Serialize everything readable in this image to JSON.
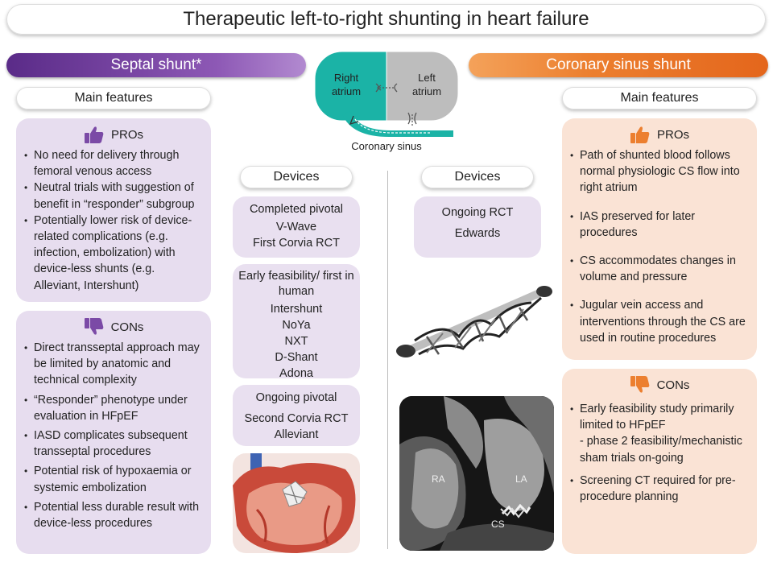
{
  "title": "Therapeutic left-to-right shunting in heart failure",
  "septal": {
    "banner": "Septal shunt*",
    "features_label": "Main features",
    "pros_title": "PROs",
    "pros": [
      "No need for delivery through femoral venous access",
      "Neutral trials with suggestion of benefit in “responder” subgroup",
      "Potentially lower risk of device-related complications (e.g. infection, embolization) with device-less shunts (e.g. Alleviant, Intershunt)"
    ],
    "cons_title": "CONs",
    "cons": [
      "Direct transseptal approach may be limited by anatomic and technical complexity",
      "“Responder” phenotype under evaluation in HFpEF",
      "IASD complicates subsequent transseptal procedures",
      "Potential risk of hypoxaemia or systemic embolization",
      "Potential less durable result with device-less procedures"
    ],
    "devices_label": "Devices",
    "completed_title": "Completed pivotal",
    "completed_items": [
      "V-Wave",
      "First Corvia RCT"
    ],
    "early_title": "Early feasibility/ first in human",
    "early_items": [
      "Intershunt",
      "NoYa",
      "NXT",
      "D-Shant",
      "Adona"
    ],
    "ongoing_title": "Ongoing pivotal",
    "ongoing_items": [
      "Second Corvia RCT",
      "Alleviant"
    ]
  },
  "coronary": {
    "banner": "Coronary sinus shunt",
    "features_label": "Main features",
    "pros_title": "PROs",
    "pros": [
      "Path of shunted blood follows normal physiologic CS flow into right atrium",
      "IAS preserved for later procedures",
      "CS accommodates changes in volume and pressure",
      "Jugular vein access and interventions through the CS are used in routine procedures"
    ],
    "cons_title": "CONs",
    "cons": [
      "Early feasibility study primarily limited to HFpEF\n- phase 2 feasibility/mechanistic sham trials on-going",
      "Screening CT required for pre-procedure planning"
    ],
    "devices_label": "Devices",
    "ongoing_title": "Ongoing RCT",
    "ongoing_items": [
      "Edwards"
    ]
  },
  "heart_diagram": {
    "right_atrium": "Right atrium",
    "left_atrium": "Left atrium",
    "coronary_sinus": "Coronary sinus"
  },
  "ct_labels": {
    "ra": "RA",
    "la": "LA",
    "cs": "CS"
  },
  "colors": {
    "purple": "#7b4aa6",
    "orange": "#ec7f2f",
    "teal": "#1bb3a6",
    "grey": "#bdbdbd"
  },
  "icons": {
    "pros": "thumbs-up-icon",
    "cons": "thumbs-down-icon"
  }
}
